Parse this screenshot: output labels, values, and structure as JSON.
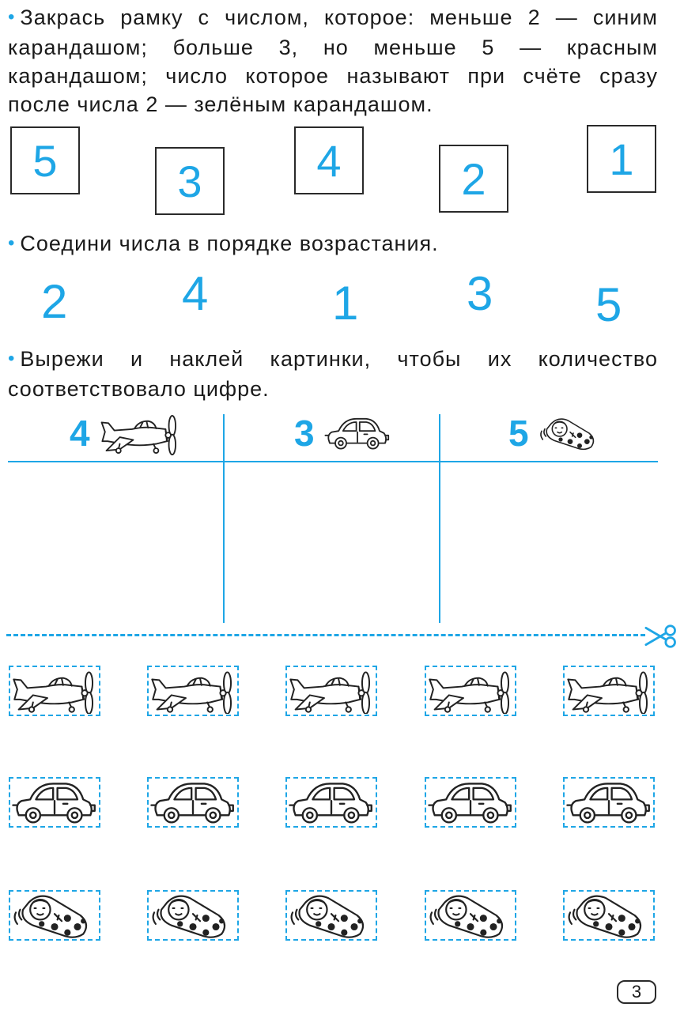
{
  "task1": {
    "bullet": "•",
    "text": "Закрась рамку с числом, которое: меньше 2 — синим карандашом; больше 3, но меньше 5 — красным карандашом; число которое называют при счёте сразу после числа 2 — зелёным карандашом.",
    "boxes": [
      "5",
      "3",
      "4",
      "2",
      "1"
    ]
  },
  "task2": {
    "bullet": "•",
    "text": "Соедини числа в порядке возрастания.",
    "numbers": [
      "2",
      "4",
      "1",
      "3",
      "5"
    ]
  },
  "task3": {
    "bullet": "•",
    "text": "Вырежи и наклей картинки, чтобы их количество соответствовало цифре.",
    "columns": [
      {
        "count": "4",
        "icon": "airplane-icon"
      },
      {
        "count": "3",
        "icon": "car-icon"
      },
      {
        "count": "5",
        "icon": "ladybug-toy-icon"
      }
    ]
  },
  "cutouts": {
    "rows": [
      "airplane-icon",
      "car-icon",
      "ladybug-toy-icon"
    ],
    "per_row": 5
  },
  "accent_color": "#1ea6e6",
  "page_number": "3"
}
